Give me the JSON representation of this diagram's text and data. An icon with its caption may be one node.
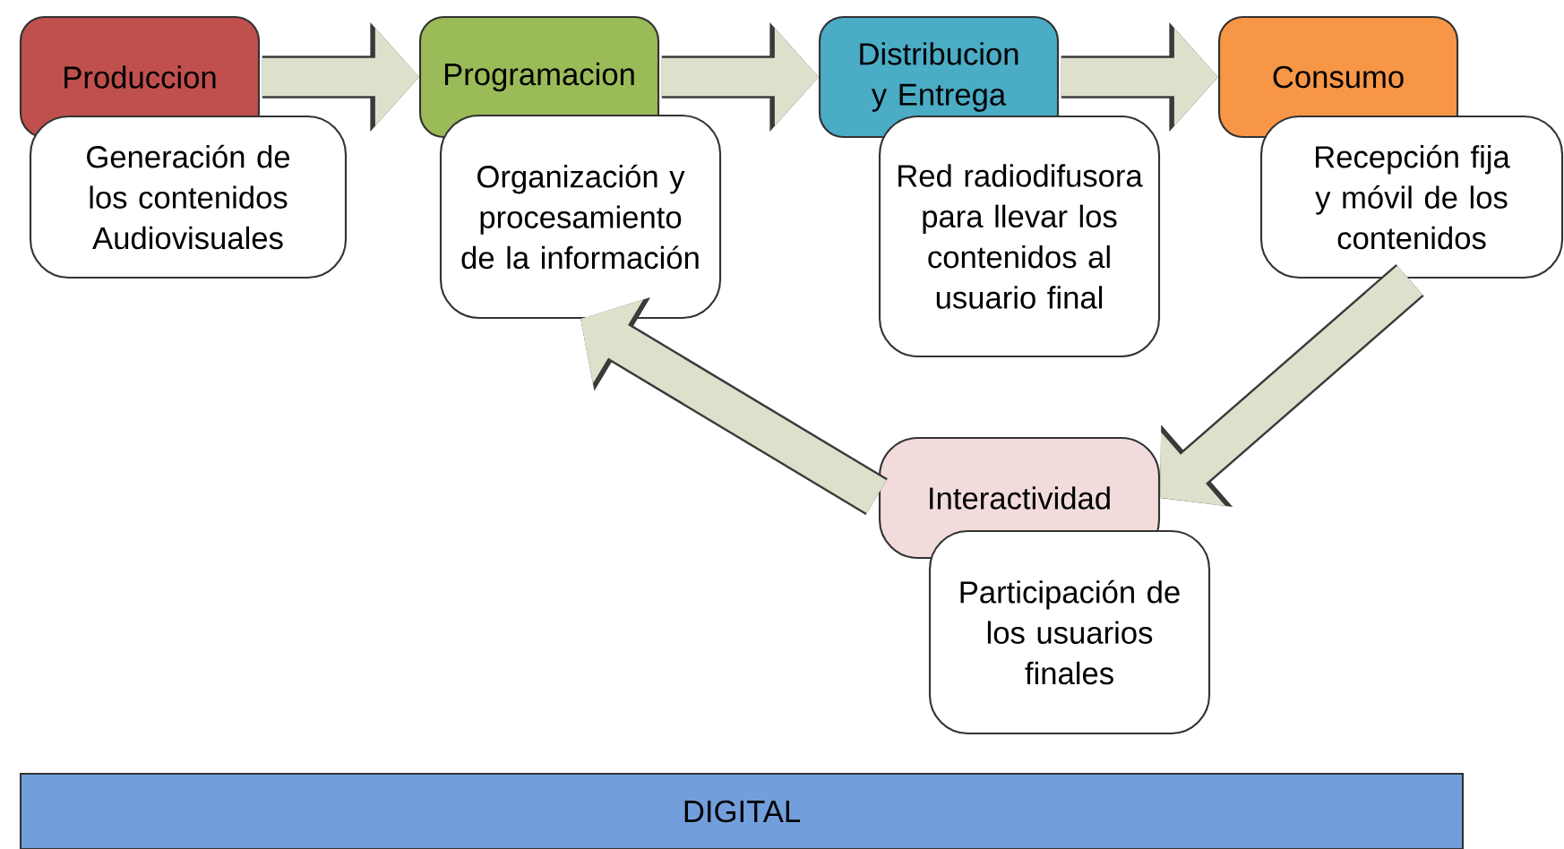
{
  "diagram": {
    "nodes": [
      {
        "text": [
          "Produccion"
        ]
      },
      {
        "text": [
          "Generación de los contenidos Audiovisuales"
        ]
      },
      {
        "text": [
          "Programacion"
        ]
      },
      {
        "text": [
          "Organización y procesamiento de la información"
        ]
      },
      {
        "text": [
          "Distribucion y Entrega"
        ]
      },
      {
        "text": [
          "Red radiodifusora para llevar los contenidos al usuario final"
        ]
      },
      {
        "text": [
          "Consumo"
        ]
      },
      {
        "text": [
          "Recepción fija y móvil de los contenidos"
        ]
      },
      {
        "text": [
          "Interactividad"
        ]
      },
      {
        "text": [
          "Participación de los usuarios finales"
        ]
      },
      {
        "text": [
          "DIGITAL"
        ]
      }
    ],
    "edges": [
      {
        "from": 0,
        "to": 2,
        "arrow": "to"
      },
      {
        "from": 2,
        "to": 4,
        "arrow": "to"
      },
      {
        "from": 4,
        "to": 6,
        "arrow": "to"
      },
      {
        "from": 7,
        "to": 8,
        "arrow": "to"
      },
      {
        "from": 8,
        "to": 3,
        "arrow": "to"
      }
    ]
  }
}
